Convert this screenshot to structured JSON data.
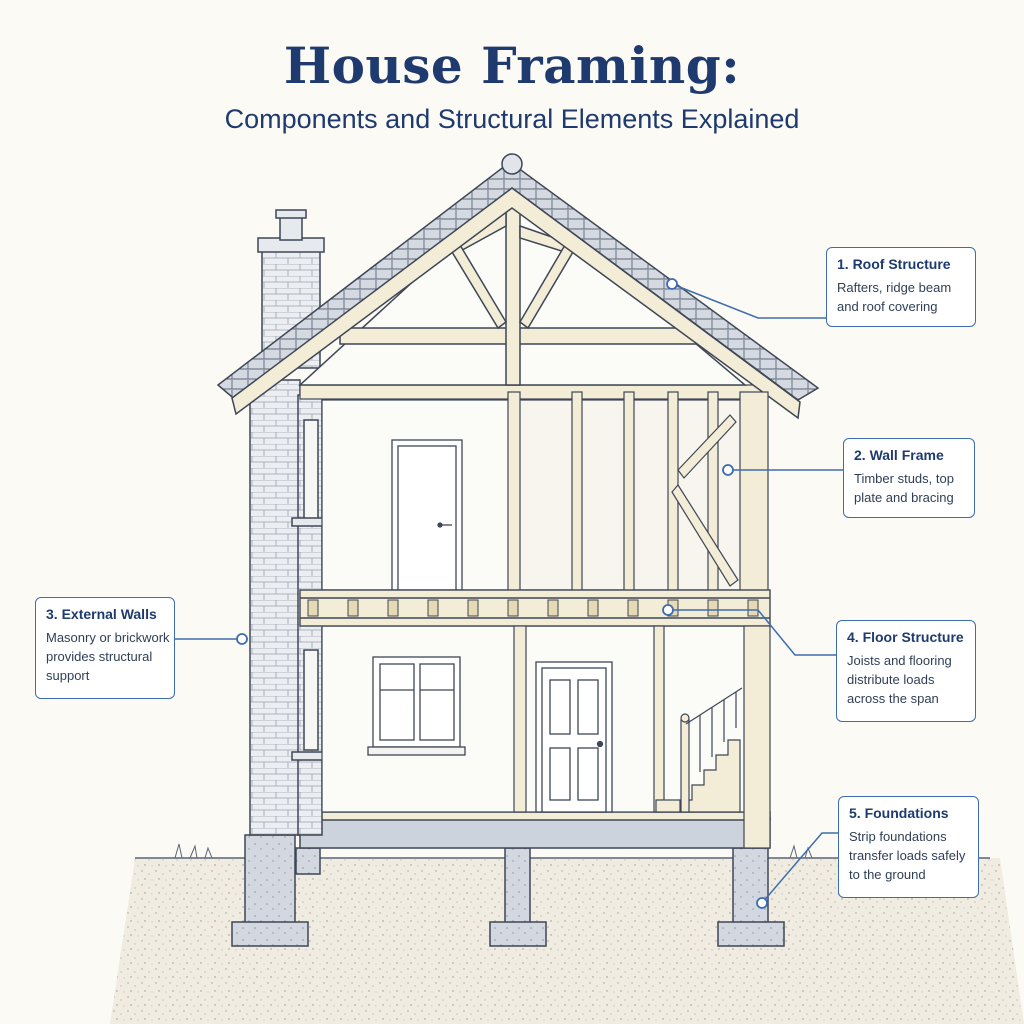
{
  "title": "House Framing:",
  "subtitle": "Components and Structural Elements Explained",
  "colors": {
    "title": "#1e3a6e",
    "callout_border": "#3d6db0",
    "leader": "#3d6db0",
    "timber": "#f3ecd6",
    "masonry": "#e6e9ee",
    "concrete": "#cfd5de",
    "ground": "#f0ebe0",
    "outline": "#3e4756"
  },
  "callouts": [
    {
      "id": "roof",
      "title": "1. Roof Structure",
      "lines": [
        "Rafters, ridge beam",
        "and roof covering"
      ]
    },
    {
      "id": "wall",
      "title": "2. Wall Frame",
      "lines": [
        "Timber studs, top",
        "plate and bracing"
      ]
    },
    {
      "id": "external",
      "title": "3. External Walls",
      "lines": [
        "Masonry or brickwork",
        "provides structural",
        "support"
      ]
    },
    {
      "id": "floor",
      "title": "4. Floor Structure",
      "lines": [
        "Joists and flooring",
        "distribute loads",
        "across the span"
      ]
    },
    {
      "id": "foundations",
      "title": "5. Foundations",
      "lines": [
        "Strip foundations",
        "transfer loads safely",
        "to the ground"
      ]
    }
  ]
}
